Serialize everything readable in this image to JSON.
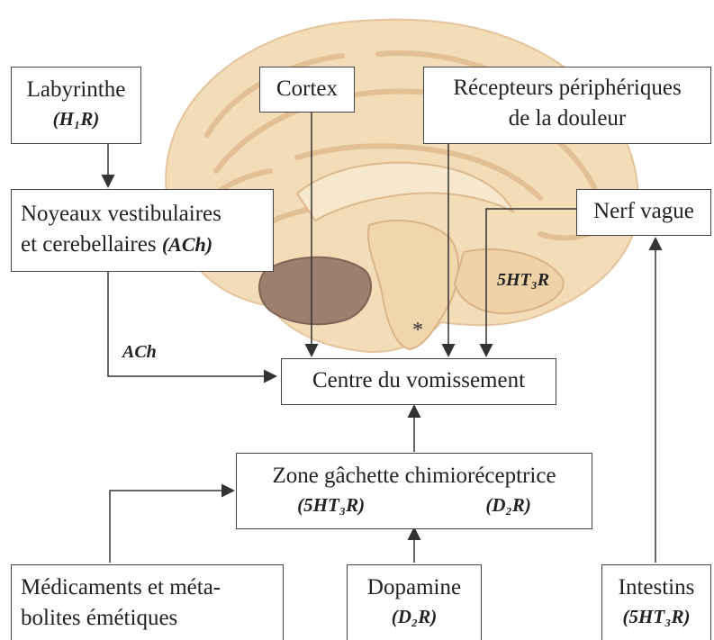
{
  "nodes": {
    "labyrinthe": {
      "title": "Labyrinthe",
      "receptor": "(H₁R)"
    },
    "cortex": {
      "title": "Cortex"
    },
    "recepteurs": {
      "line1": "Récepteurs périphériques",
      "line2": "de la douleur"
    },
    "noyeaux": {
      "line1": "Noyeaux vestibulaires",
      "line2": "et cerebellaires",
      "receptor": "(ACh)"
    },
    "nerf_vague": {
      "title": "Nerf vague"
    },
    "centre": {
      "title": "Centre du vomissement"
    },
    "zone": {
      "title": "Zone gâchette chimioréceptrice",
      "receptor1": "(5HT₃R)",
      "receptor2": "(D₂R)"
    },
    "medicaments": {
      "line1": "Médicaments et méta-",
      "line2": "bolites émétiques"
    },
    "dopamine": {
      "title": "Dopamine",
      "receptor": "(D₂R)"
    },
    "intestins": {
      "title": "Intestins",
      "receptor": "(5HT₃R)"
    }
  },
  "edge_labels": {
    "ach": "ACh",
    "ht3": "5HT₃R",
    "asterisk": "*"
  },
  "colors": {
    "brain_skin": "#f3ddb8",
    "brain_folds": "#e8c49a",
    "cerebellum": "#9e7f6e",
    "line": "#333333"
  }
}
